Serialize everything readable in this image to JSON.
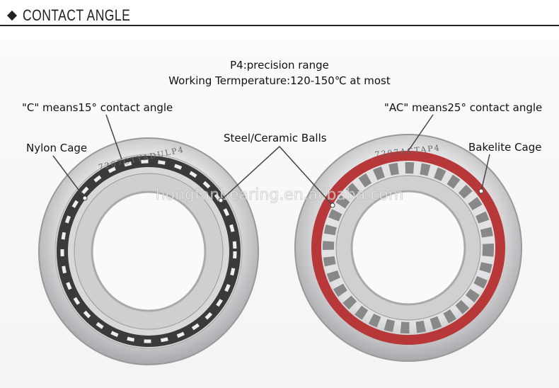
{
  "header": {
    "title": "CONTACT ANGLE",
    "icon": "diamond-icon"
  },
  "specs": {
    "precision": "P4:precision range",
    "temperature": "Working Termperature:120-150℃ at most"
  },
  "labels": {
    "c_angle": "\"C\" means15° contact angle",
    "nylon_cage": "Nylon Cage",
    "balls": "Steel/Ceramic Balls",
    "ac_angle": "\"AC\" means25° contact angle",
    "bakelite_cage": "Bakelite Cage"
  },
  "bearings": {
    "left_marking": "7207CTYADULP4",
    "right_marking": "7207ACTAP4"
  },
  "watermark": "hongfanbearing.en.alibaba.com",
  "colors": {
    "nylon": "#3a3a3c",
    "bakelite": "#b8383a",
    "steel": "#c9c9cb"
  }
}
